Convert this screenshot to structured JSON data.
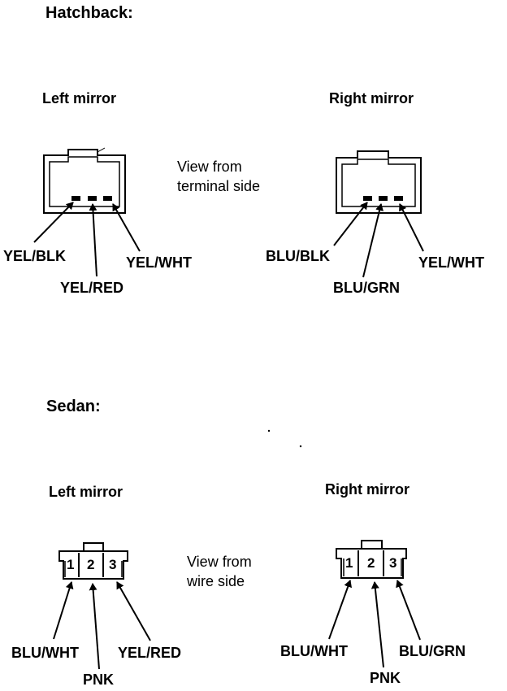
{
  "hatchback": {
    "title": "Hatchback:",
    "left_title": "Left mirror",
    "right_title": "Right mirror",
    "view_line1": "View from",
    "view_line2": "terminal side",
    "left_wires": [
      "YEL/BLK",
      "YEL/RED",
      "YEL/WHT"
    ],
    "right_wires": [
      "BLU/BLK",
      "BLU/GRN",
      "YEL/WHT"
    ]
  },
  "sedan": {
    "title": "Sedan:",
    "left_title": "Left mirror",
    "right_title": "Right mirror",
    "view_line1": "View from",
    "view_line2": "wire side",
    "pins": [
      "1",
      "2",
      "3"
    ],
    "left_wires": [
      "BLU/WHT",
      "PNK",
      "YEL/RED"
    ],
    "right_wires": [
      "BLU/WHT",
      "PNK",
      "BLU/GRN"
    ]
  }
}
